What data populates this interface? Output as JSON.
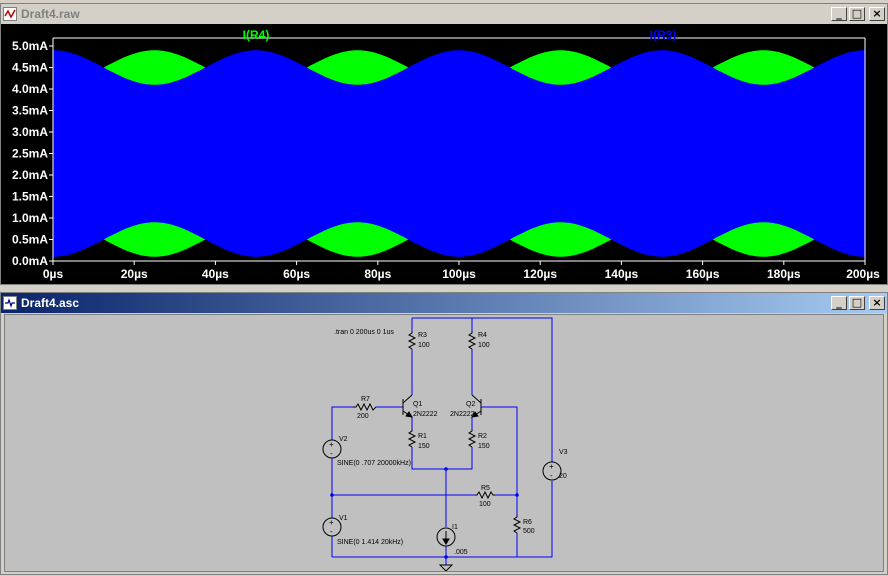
{
  "plot_window": {
    "title": "Draft4.raw",
    "buttons": {
      "minimize": "_",
      "maximize": "□",
      "close": "×"
    }
  },
  "schematic_window": {
    "title": "Draft4.asc",
    "buttons": {
      "minimize": "_",
      "maximize": "□",
      "close": "×"
    }
  },
  "colors": {
    "plot_bg": "#000000",
    "trace_R3": "#0000ff",
    "trace_R4": "#00ff00",
    "wire": "#0000ff",
    "schematic_bg": "#c0c0c0",
    "axis_text": "#ffffff"
  },
  "chart_data": {
    "type": "area",
    "xlabel": "",
    "ylabel": "",
    "xlim": [
      0,
      200
    ],
    "ylim": [
      0,
      5.0
    ],
    "x_unit": "µs",
    "y_unit": "mA",
    "x_ticks": [
      "0µs",
      "20µs",
      "40µs",
      "60µs",
      "80µs",
      "100µs",
      "120µs",
      "140µs",
      "160µs",
      "180µs",
      "200µs"
    ],
    "y_ticks": [
      "0.0mA",
      "0.5mA",
      "1.0mA",
      "1.5mA",
      "2.0mA",
      "2.5mA",
      "3.0mA",
      "3.5mA",
      "4.0mA",
      "4.5mA",
      "5.0mA"
    ],
    "series": [
      {
        "name": "I(R4)",
        "color": "#00ff00",
        "envelope": {
          "upper_mean": 4.5,
          "upper_amp": 0.4,
          "lower_mean": 0.5,
          "lower_amp": 0.4,
          "period_us": 50,
          "phase_deg": 180
        }
      },
      {
        "name": "I(R3)",
        "color": "#0000ff",
        "envelope": {
          "upper_mean": 4.5,
          "upper_amp": 0.4,
          "lower_mean": 0.5,
          "lower_amp": 0.4,
          "period_us": 50,
          "phase_deg": 0
        }
      }
    ],
    "grid": false
  },
  "schematic": {
    "directive": ".tran 0 200us 0 1us",
    "components": {
      "R3": {
        "name": "R3",
        "value": "100"
      },
      "R4": {
        "name": "R4",
        "value": "100"
      },
      "R7": {
        "name": "R7",
        "value": "200"
      },
      "Q1": {
        "name": "Q1",
        "value": "2N2222"
      },
      "Q2": {
        "name": "Q2",
        "value": "2N2222"
      },
      "R1": {
        "name": "R1",
        "value": "150"
      },
      "R2": {
        "name": "R2",
        "value": "150"
      },
      "V2": {
        "name": "V2",
        "value": "SINE(0 .707 20000kHz)"
      },
      "V3": {
        "name": "V3",
        "value": "20"
      },
      "R5": {
        "name": "R5",
        "value": "100"
      },
      "R6": {
        "name": "R6",
        "value": "500"
      },
      "V1": {
        "name": "V1",
        "value": "SINE(0 1.414 20kHz)"
      },
      "I1": {
        "name": "I1",
        "value": ".005"
      }
    }
  }
}
